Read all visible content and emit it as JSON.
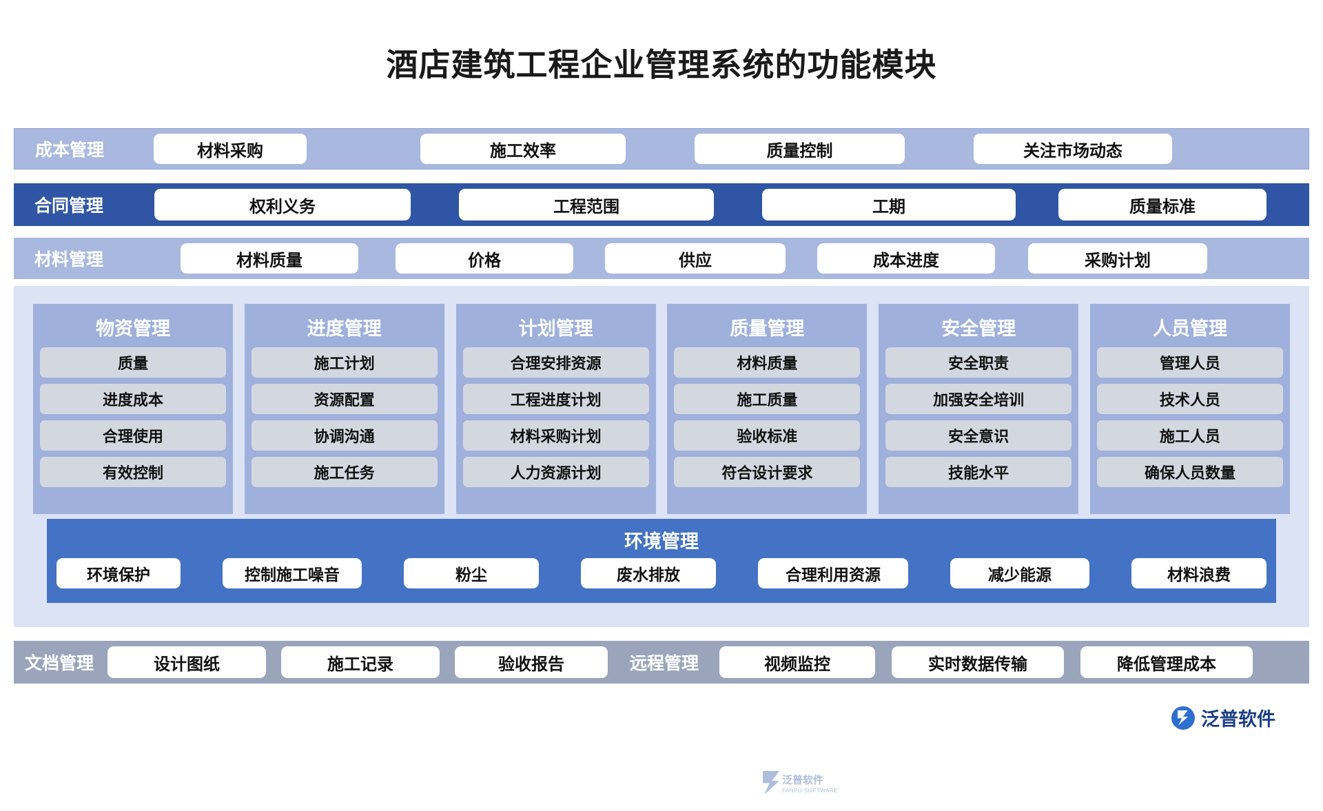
{
  "page": {
    "title": "酒店建筑工程企业管理系统的功能模块"
  },
  "colors": {
    "band_light": "#A8B8DE",
    "band_dark": "#2F55A4",
    "panel_bg": "#DCE3F5",
    "card_bg": "#9FB0DC",
    "item_bg": "#D3D8E0",
    "env_bg": "#4472C4",
    "bottom_bg": "#9AA5BC",
    "brand_blue": "#2F6FD0"
  },
  "rows": {
    "cost": {
      "label": "成本管理",
      "items": [
        "材料采购",
        "施工效率",
        "质量控制",
        "关注市场动态"
      ]
    },
    "contract": {
      "label": "合同管理",
      "items": [
        "权利义务",
        "工程范围",
        "工期",
        "质量标准"
      ]
    },
    "material": {
      "label": "材料管理",
      "items": [
        "材料质量",
        "价格",
        "供应",
        "成本进度",
        "采购计划"
      ]
    }
  },
  "columns": [
    {
      "title": "物资管理",
      "items": [
        "质量",
        "进度成本",
        "合理使用",
        "有效控制"
      ]
    },
    {
      "title": "进度管理",
      "items": [
        "施工计划",
        "资源配置",
        "协调沟通",
        "施工任务"
      ]
    },
    {
      "title": "计划管理",
      "items": [
        "合理安排资源",
        "工程进度计划",
        "材料采购计划",
        "人力资源计划"
      ]
    },
    {
      "title": "质量管理",
      "items": [
        "材料质量",
        "施工质量",
        "验收标准",
        "符合设计要求"
      ]
    },
    {
      "title": "安全管理",
      "items": [
        "安全职责",
        "加强安全培训",
        "安全意识",
        "技能水平"
      ]
    },
    {
      "title": "人员管理",
      "items": [
        "管理人员",
        "技术人员",
        "施工人员",
        "确保人员数量"
      ]
    }
  ],
  "environment": {
    "title": "环境管理",
    "items": [
      "环境保护",
      "控制施工噪音",
      "粉尘",
      "废水排放",
      "合理利用资源",
      "减少能源",
      "材料浪费"
    ]
  },
  "bottom": {
    "document": {
      "label": "文档管理",
      "items": [
        "设计图纸",
        "施工记录",
        "验收报告"
      ]
    },
    "remote": {
      "label": "远程管理",
      "items": [
        "视频监控",
        "实时数据传输",
        "降低管理成本"
      ]
    }
  },
  "watermark": {
    "text": "泛普软件",
    "sub": "FANPU SOFTWARE"
  },
  "brand": {
    "text": "泛普软件"
  }
}
